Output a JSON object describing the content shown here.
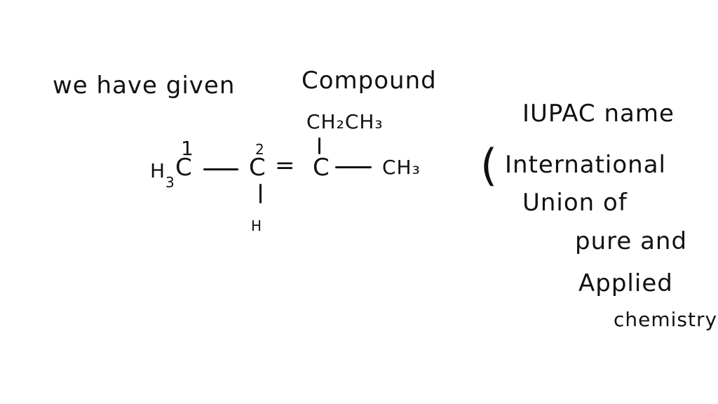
{
  "intro": {
    "line1": "we have given",
    "line2": "Compound"
  },
  "structure": {
    "left_group": "H",
    "left_group_sub": "3",
    "left_carbon": "C",
    "carbon_numbers": [
      "1",
      "2"
    ],
    "middle_carbon": "C",
    "right_carbon": "C",
    "substituent_top": "CH₂CH₃",
    "right_group": "CH₃",
    "hydrogen": "H",
    "double_bond": "="
  },
  "iupac": {
    "title": "IUPAC name",
    "open_paren": "(",
    "lines": [
      "International",
      "Union of",
      "pure and",
      "Applied",
      "chemistry"
    ]
  }
}
